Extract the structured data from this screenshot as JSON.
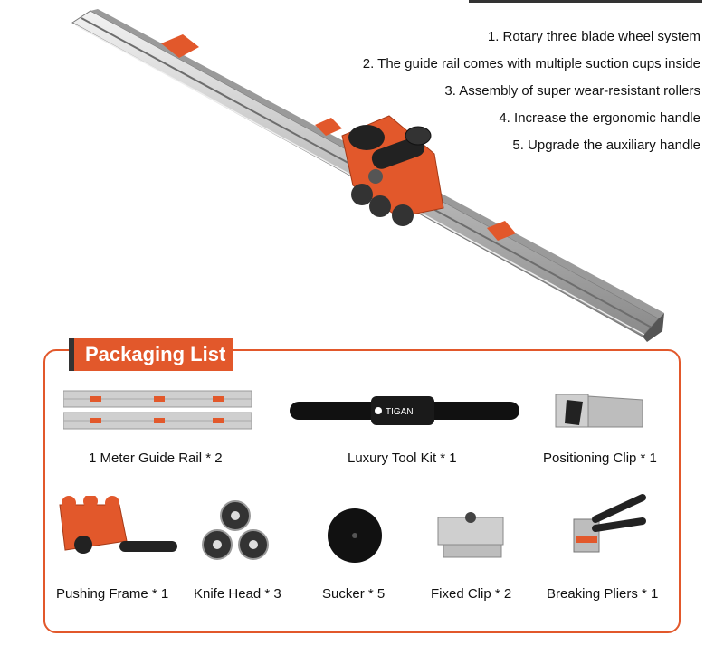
{
  "features": [
    "1. Rotary three blade wheel system",
    "2. The guide rail comes with multiple suction cups inside",
    "3. Assembly of super wear-resistant rollers",
    "4. Increase the ergonomic handle",
    "5. Upgrade the auxiliary handle"
  ],
  "packaging": {
    "title": "Packaging List",
    "items": [
      {
        "label": "1 Meter Guide Rail * 2",
        "icon": "guide-rail-icon"
      },
      {
        "label": "Luxury Tool Kit * 1",
        "icon": "tool-bag-icon"
      },
      {
        "label": "Positioning Clip * 1",
        "icon": "positioning-clip-icon"
      },
      {
        "label": "Pushing Frame * 1",
        "icon": "pushing-frame-icon"
      },
      {
        "label": "Knife Head * 3",
        "icon": "knife-head-icon"
      },
      {
        "label": "Sucker * 5",
        "icon": "sucker-icon"
      },
      {
        "label": "Fixed Clip * 2",
        "icon": "fixed-clip-icon"
      },
      {
        "label": "Breaking Pliers * 1",
        "icon": "breaking-pliers-icon"
      }
    ]
  },
  "bag_logo": "TIGAN",
  "colors": {
    "accent": "#e2582b",
    "rail": "#c9c9c9",
    "dark": "#222222"
  }
}
